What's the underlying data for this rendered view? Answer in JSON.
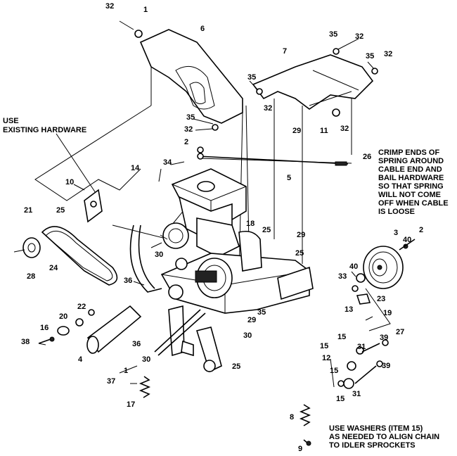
{
  "notes": {
    "existing_hardware": [
      "USE",
      "EXISTING HARDWARE"
    ],
    "crimp": [
      "CRIMP ENDS OF",
      "SPRING AROUND",
      "CABLE END AND",
      "BAIL HARDWARE",
      "SO THAT SPRING",
      "WILL NOT COME",
      "OFF WHEN CABLE",
      "IS LOOSE"
    ],
    "washers": [
      "USE WASHERS (ITEM 15)",
      "AS NEEDED TO ALIGN CHAIN",
      "TO IDLER SPROCKETS"
    ]
  },
  "callouts": [
    {
      "id": "c-32a",
      "text": "32"
    },
    {
      "id": "c-1a",
      "text": "1"
    },
    {
      "id": "c-6",
      "text": "6"
    },
    {
      "id": "c-35a",
      "text": "35"
    },
    {
      "id": "c-32b",
      "text": "32"
    },
    {
      "id": "c-7",
      "text": "7"
    },
    {
      "id": "c-35b",
      "text": "35"
    },
    {
      "id": "c-32c",
      "text": "32"
    },
    {
      "id": "c-35c",
      "text": "35"
    },
    {
      "id": "c-32d",
      "text": "32"
    },
    {
      "id": "c-35d",
      "text": "35"
    },
    {
      "id": "c-32e",
      "text": "32"
    },
    {
      "id": "c-29a",
      "text": "29"
    },
    {
      "id": "c-11",
      "text": "11"
    },
    {
      "id": "c-32f",
      "text": "32"
    },
    {
      "id": "c-2a",
      "text": "2"
    },
    {
      "id": "c-34",
      "text": "34"
    },
    {
      "id": "c-26",
      "text": "26"
    },
    {
      "id": "c-5",
      "text": "5"
    },
    {
      "id": "c-14",
      "text": "14"
    },
    {
      "id": "c-10",
      "text": "10"
    },
    {
      "id": "c-25a",
      "text": "25"
    },
    {
      "id": "c-21",
      "text": "21"
    },
    {
      "id": "c-18",
      "text": "18"
    },
    {
      "id": "c-25b",
      "text": "25"
    },
    {
      "id": "c-29b",
      "text": "29"
    },
    {
      "id": "c-3",
      "text": "3"
    },
    {
      "id": "c-2b",
      "text": "2"
    },
    {
      "id": "c-40a",
      "text": "40"
    },
    {
      "id": "c-24",
      "text": "24"
    },
    {
      "id": "c-28",
      "text": "28"
    },
    {
      "id": "c-30a",
      "text": "30"
    },
    {
      "id": "c-25c",
      "text": "25"
    },
    {
      "id": "c-40b",
      "text": "40"
    },
    {
      "id": "c-36a",
      "text": "36"
    },
    {
      "id": "c-33",
      "text": "33"
    },
    {
      "id": "c-23",
      "text": "23"
    },
    {
      "id": "c-22",
      "text": "22"
    },
    {
      "id": "c-35e",
      "text": "35"
    },
    {
      "id": "c-13",
      "text": "13"
    },
    {
      "id": "c-19",
      "text": "19"
    },
    {
      "id": "c-20",
      "text": "20"
    },
    {
      "id": "c-29c",
      "text": "29"
    },
    {
      "id": "c-16",
      "text": "16"
    },
    {
      "id": "c-30b",
      "text": "30"
    },
    {
      "id": "c-27",
      "text": "27"
    },
    {
      "id": "c-15a",
      "text": "15"
    },
    {
      "id": "c-39a",
      "text": "39"
    },
    {
      "id": "c-38",
      "text": "38"
    },
    {
      "id": "c-36b",
      "text": "36"
    },
    {
      "id": "c-15b",
      "text": "15"
    },
    {
      "id": "c-31a",
      "text": "31"
    },
    {
      "id": "c-4",
      "text": "4"
    },
    {
      "id": "c-30c",
      "text": "30"
    },
    {
      "id": "c-12",
      "text": "12"
    },
    {
      "id": "c-39b",
      "text": "39"
    },
    {
      "id": "c-1b",
      "text": "1"
    },
    {
      "id": "c-25d",
      "text": "25"
    },
    {
      "id": "c-15c",
      "text": "15"
    },
    {
      "id": "c-37",
      "text": "37"
    },
    {
      "id": "c-31b",
      "text": "31"
    },
    {
      "id": "c-15d",
      "text": "15"
    },
    {
      "id": "c-17",
      "text": "17"
    },
    {
      "id": "c-8",
      "text": "8"
    },
    {
      "id": "c-9",
      "text": "9"
    }
  ]
}
